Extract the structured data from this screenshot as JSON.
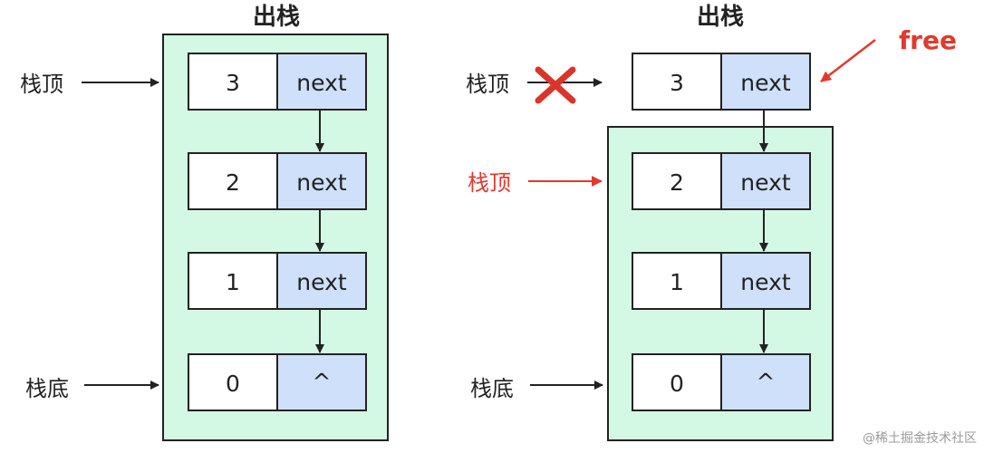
{
  "colors": {
    "stack_fill": "#d3f8e3",
    "next_fill": "#cfe0fb",
    "value_fill": "#ffffff",
    "ink": "#222222",
    "highlight": "#e03a2e"
  },
  "left_panel": {
    "title": "出栈",
    "top_label": "栈顶",
    "bottom_label": "栈底",
    "nodes": [
      {
        "value": "3",
        "pointer": "next"
      },
      {
        "value": "2",
        "pointer": "next"
      },
      {
        "value": "1",
        "pointer": "next"
      },
      {
        "value": "0",
        "pointer": "^"
      }
    ]
  },
  "right_panel": {
    "title": "出栈",
    "old_top_label": "栈顶",
    "new_top_label": "栈顶",
    "bottom_label": "栈底",
    "free_label": "free",
    "cross_icon": "cross-icon",
    "nodes": [
      {
        "value": "3",
        "pointer": "next"
      },
      {
        "value": "2",
        "pointer": "next"
      },
      {
        "value": "1",
        "pointer": "next"
      },
      {
        "value": "0",
        "pointer": "^"
      }
    ]
  },
  "watermark": "@稀土掘金技术社区"
}
